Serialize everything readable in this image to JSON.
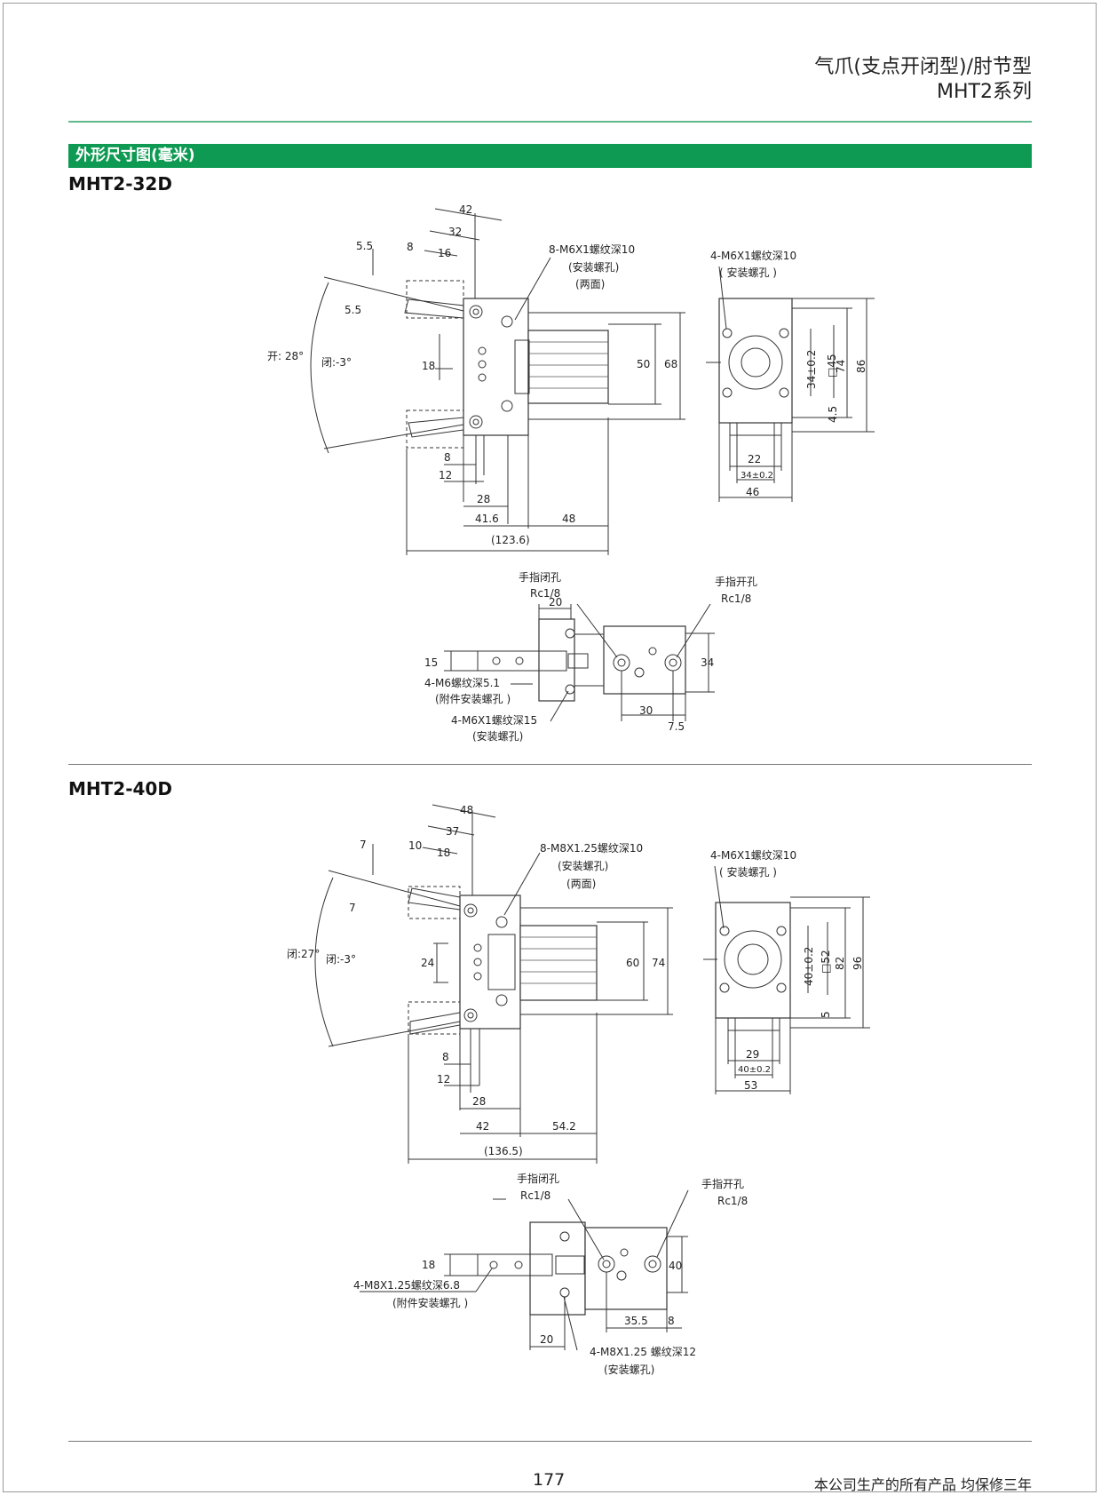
{
  "header": {
    "title_line1": "气爪(支点开闭型)/肘节型",
    "title_line2": "MHT2系列"
  },
  "section": {
    "title": "外形尺寸图(毫米)"
  },
  "models": [
    {
      "name": "MHT2-32D",
      "side_dims": [
        "42",
        "32",
        "16",
        "8",
        "5.5",
        "5.5",
        "18",
        "50",
        "68",
        "8",
        "12",
        "28",
        "41.6",
        "48",
        "(123.6)"
      ],
      "angles": {
        "open": "开: 28°",
        "close": "闭:-3°"
      },
      "notes": {
        "mount_holes": "8-M6X1螺纹深10",
        "mount_holes_sub": "(安装螺孔)",
        "mount_holes_sub2": "(两面)",
        "front_holes": "4-M6X1螺纹深10",
        "front_holes_sub": "( 安装螺孔 )",
        "finger_close": "手指闭孔",
        "finger_close_port": "Rc1/8",
        "finger_open": "手指开孔",
        "finger_open_port": "Rc1/8",
        "att_holes": "4-M6螺纹深5.1",
        "att_holes_sub": "(附件安装螺孔 )",
        "bottom_holes": "4-M6X1螺纹深15",
        "bottom_holes_sub": "(安装螺孔)"
      },
      "front_dims": [
        "34±0.2",
        "□45",
        "74",
        "86",
        "4.5",
        "22",
        "34±0.2",
        "46"
      ],
      "bottom_dims": [
        "20",
        "15",
        "34",
        "30",
        "7.5"
      ]
    },
    {
      "name": "MHT2-40D",
      "side_dims": [
        "48",
        "37",
        "18",
        "10",
        "7",
        "7",
        "24",
        "60",
        "74",
        "8",
        "12",
        "28",
        "42",
        "54.2",
        "(136.5)"
      ],
      "angles": {
        "open": "闭:27°",
        "close": "闭:-3°"
      },
      "notes": {
        "mount_holes": "8-M8X1.25螺纹深10",
        "mount_holes_sub": "(安装螺孔)",
        "mount_holes_sub2": "(两面)",
        "front_holes": "4-M6X1螺纹深10",
        "front_holes_sub": "( 安装螺孔 )",
        "finger_close": "手指闭孔",
        "finger_close_port": "Rc1/8",
        "finger_open": "手指开孔",
        "finger_open_port": "Rc1/8",
        "att_holes": "4-M8X1.25螺纹深6.8",
        "att_holes_sub": "(附件安装螺孔 )",
        "bottom_holes": "4-M8X1.25 螺纹深12",
        "bottom_holes_sub": "(安装螺孔)"
      },
      "front_dims": [
        "40±0.2",
        "□52",
        "82",
        "96",
        "5",
        "29",
        "40±0.2",
        "53"
      ],
      "bottom_dims": [
        "20",
        "18",
        "40",
        "35.5",
        "8"
      ]
    }
  ],
  "footer": {
    "page_number": "177",
    "note": "本公司生产的所有产品 均保修三年"
  }
}
